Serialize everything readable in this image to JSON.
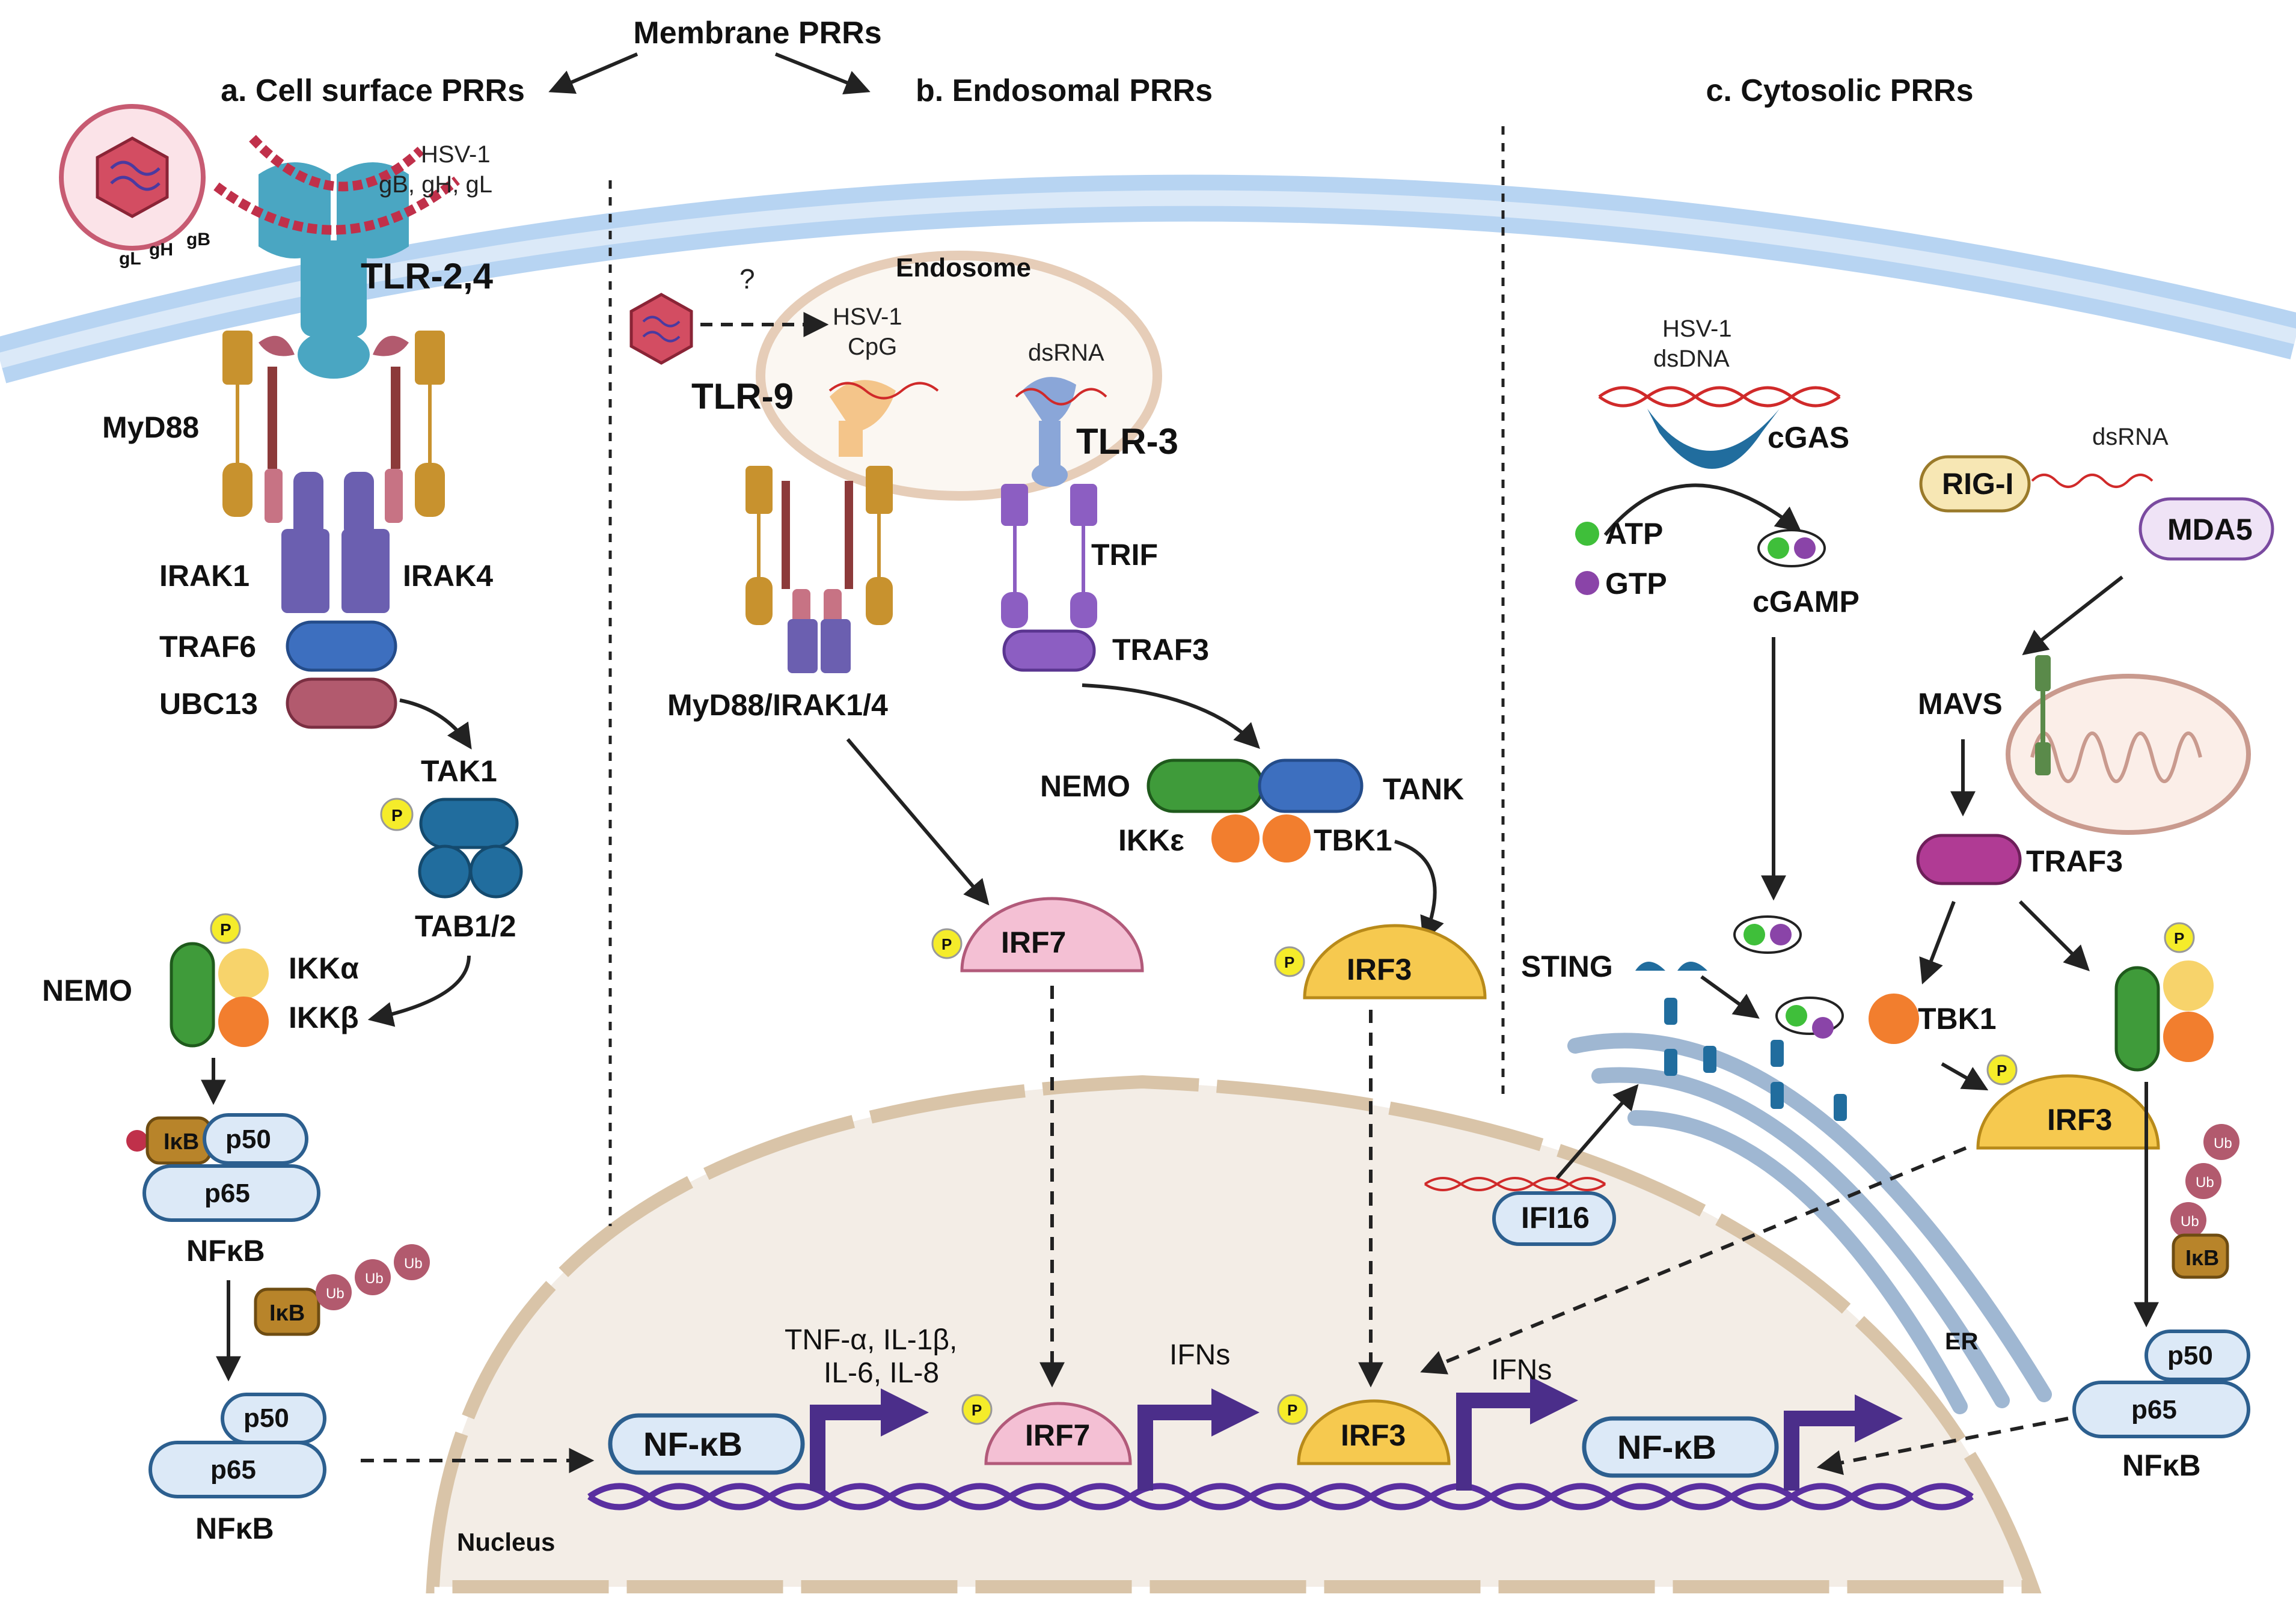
{
  "header": {
    "title": "Membrane PRRs",
    "section_a": "a. Cell surface PRRs",
    "section_b": "b. Endosomal PRRs",
    "section_c": "c. Cytosolic PRRs"
  },
  "cell_surface": {
    "virus_label": "HSV-1",
    "glycoproteins": "gB, gH, gL",
    "gL": "gL",
    "gH": "gH",
    "gB": "gB",
    "receptor": "TLR-2,4",
    "adaptor": "MyD88",
    "irak1": "IRAK1",
    "irak4": "IRAK4",
    "traf6": "TRAF6",
    "ubc13": "UBC13",
    "tak1": "TAK1",
    "tab": "TAB1/2",
    "nemo": "NEMO",
    "ikka": "IKKα",
    "ikkb": "IKKβ",
    "ikb": "IκB",
    "p50": "p50",
    "p65": "p65",
    "nfkb": "NFκB",
    "ub": "Ub",
    "p": "P"
  },
  "endosomal": {
    "endosome": "Endosome",
    "question": "?",
    "hsv_cpg_1": "HSV-1",
    "hsv_cpg_2": "CpG",
    "dsrna": "dsRNA",
    "tlr9": "TLR-9",
    "tlr3": "TLR-3",
    "trif": "TRIF",
    "traf3": "TRAF3",
    "myd_irak": "MyD88/IRAK1/4",
    "nemo": "NEMO",
    "tank": "TANK",
    "ikke": "IKKε",
    "tbk1": "TBK1",
    "irf7": "IRF7",
    "irf3": "IRF3"
  },
  "cytosolic": {
    "hsv_dsdna_1": "HSV-1",
    "hsv_dsdna_2": "dsDNA",
    "cgas": "cGAS",
    "atp": "ATP",
    "gtp": "GTP",
    "cgamp": "cGAMP",
    "rigi": "RIG-I",
    "mda5": "MDA5",
    "dsrna": "dsRNA",
    "mavs": "MAVS",
    "traf3": "TRAF3",
    "sting": "STING",
    "tbk1": "TBK1",
    "irf3": "IRF3",
    "ifi16": "IFI16",
    "er": "ER",
    "ikb": "IκB",
    "p50": "p50",
    "p65": "p65",
    "nfkb": "NFκB"
  },
  "nucleus": {
    "label": "Nucleus",
    "nfkb_left": "NF-κB",
    "cytokines_1": "TNF-α, IL-1β,",
    "cytokines_2": "IL-6, IL-8",
    "irf7": "IRF7",
    "ifns_1": "IFNs",
    "irf3": "IRF3",
    "ifns_2": "IFNs",
    "nfkb_right": "NF-κB"
  },
  "colors": {
    "membrane": "#c9def5",
    "nucleus_fill": "#f3ede6",
    "nucleus_border": "#d9c4a8",
    "myd88": "#c8922e",
    "irak": "#6b5fb0",
    "traf6": "#3d6fbf",
    "ubc13": "#b25a6e",
    "tak1": "#216d9e",
    "nemo": "#3f9b3a",
    "ikk_orange": "#f27e2e",
    "ikk_yellow": "#f7d36b",
    "p65_fill": "#dce9f7",
    "p65_border": "#2c5f8f",
    "ikb": "#b8842a",
    "irf7": "#f4c0d4",
    "irf3": "#f6c94f",
    "traf3": "#b03b94",
    "dna": "#5a2fa0",
    "promoter": "#4b2e8a",
    "rna": "#d02a2a"
  }
}
